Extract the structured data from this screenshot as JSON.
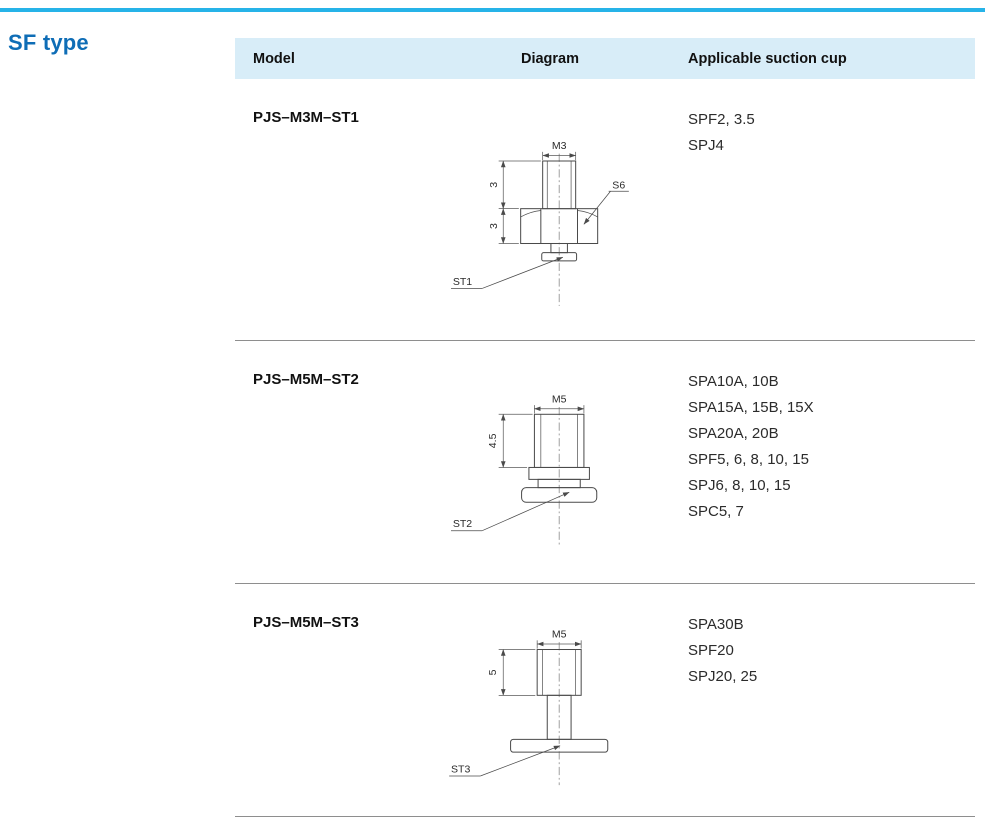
{
  "page": {
    "section_title": "SF type"
  },
  "colors": {
    "accent": "#26b3e8",
    "title_blue": "#0e6db6",
    "header_bg": "#d8edf8"
  },
  "table": {
    "headers": {
      "model": "Model",
      "diagram": "Diagram",
      "cups": "Applicable suction cup"
    },
    "rows": [
      {
        "model": "PJS–M3M–ST1",
        "cups": [
          "SPF2, 3.5",
          "SPJ4"
        ],
        "diagram": {
          "thread": "M3",
          "dim1": "3",
          "dim2": "3",
          "hex": "S6",
          "tip": "ST1"
        }
      },
      {
        "model": "PJS–M5M–ST2",
        "cups": [
          "SPA10A, 10B",
          "SPA15A, 15B, 15X",
          "SPA20A, 20B",
          "SPF5, 6, 8, 10, 15",
          "SPJ6, 8, 10, 15",
          "SPC5, 7"
        ],
        "diagram": {
          "thread": "M5",
          "dim1": "4.5",
          "tip": "ST2"
        }
      },
      {
        "model": "PJS–M5M–ST3",
        "cups": [
          "SPA30B",
          "SPF20",
          "SPJ20, 25"
        ],
        "diagram": {
          "thread": "M5",
          "dim1": "5",
          "tip": "ST3"
        }
      }
    ]
  }
}
